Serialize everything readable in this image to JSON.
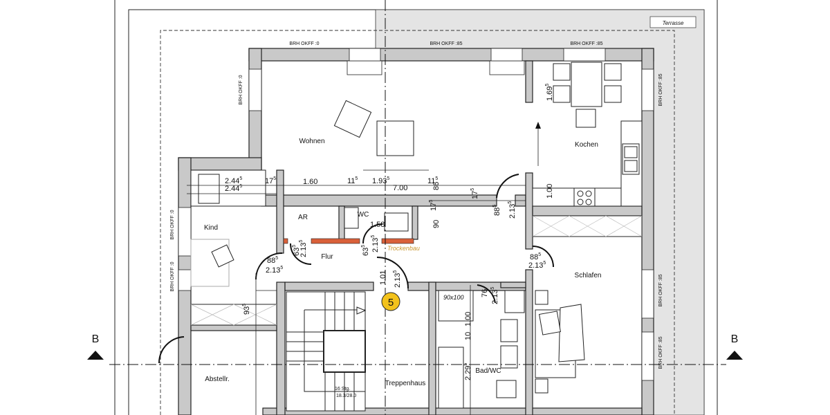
{
  "plan": {
    "rooms": {
      "wohnen": "Wohnen",
      "kochen": "Kochen",
      "kind": "Kind",
      "ar": "AR",
      "wc": "WC",
      "flur": "Flur",
      "schlafen": "Schlafen",
      "abstellr": "Abstellr.",
      "treppenhaus": "Treppenhaus",
      "bad": "Bad/WC",
      "terrasse": "Terrasse"
    },
    "trockenbau": "Trockenbau",
    "apartment_number": "5",
    "section_mark": "B",
    "shower": "90x100",
    "stairs": {
      "steps": "16 Stg.",
      "ratio": "18.3/28.0"
    },
    "brh": {
      "top_left": "BRH OKFF :0",
      "top_mid": "BRH OKFF :85",
      "top_right": "BRH OKFF :85",
      "left_upper": "BRH OKFF :0",
      "left_mid": "BRH OKFF :0",
      "left_lower": "BRH OKFF :0",
      "right_upper": "BRH OKFF :85",
      "right_mid": "BRH OKFF :85",
      "right_lower": "BRH OKFF :85"
    },
    "dimensions": [
      {
        "main": "2.44",
        "sup": "5"
      },
      {
        "main": "2.44",
        "sup": "5"
      },
      {
        "main": "17",
        "sup": "5"
      },
      {
        "main": "1.60",
        "sup": ""
      },
      {
        "main": "11",
        "sup": "5"
      },
      {
        "main": "1.93",
        "sup": "5"
      },
      {
        "main": "7.00",
        "sup": ""
      },
      {
        "main": "11",
        "sup": "5"
      },
      {
        "main": "86",
        "sup": ""
      },
      {
        "main": "17",
        "sup": "5"
      },
      {
        "main": "17",
        "sup": "5"
      },
      {
        "main": "90",
        "sup": ""
      },
      {
        "main": "1.58",
        "sup": ""
      },
      {
        "main": "63",
        "sup": "5"
      },
      {
        "main": "2.13",
        "sup": "5"
      },
      {
        "main": "63",
        "sup": "5"
      },
      {
        "main": "2.13",
        "sup": "5"
      },
      {
        "main": "88",
        "sup": "5"
      },
      {
        "main": "2.13",
        "sup": "5"
      },
      {
        "main": "1.01",
        "sup": ""
      },
      {
        "main": "2.13",
        "sup": "5"
      },
      {
        "main": "88",
        "sup": "5"
      },
      {
        "main": "2.13",
        "sup": "5"
      },
      {
        "main": "88",
        "sup": "5"
      },
      {
        "main": "2.13",
        "sup": "5"
      },
      {
        "main": "1.69",
        "sup": "5"
      },
      {
        "main": "1.00",
        "sup": ""
      },
      {
        "main": "76",
        "sup": ""
      },
      {
        "main": "2.13",
        "sup": "5"
      },
      {
        "main": "1.00",
        "sup": ""
      },
      {
        "main": "10",
        "sup": ""
      },
      {
        "main": "2.29",
        "sup": "5"
      },
      {
        "main": "93",
        "sup": "5"
      }
    ],
    "colors": {
      "wall": "#c9c9c9",
      "terrace": "#e4e4e4",
      "trockenbau": "#d9603a",
      "trockenbau_text": "#c8962e",
      "badge": "#f3c21b"
    }
  }
}
